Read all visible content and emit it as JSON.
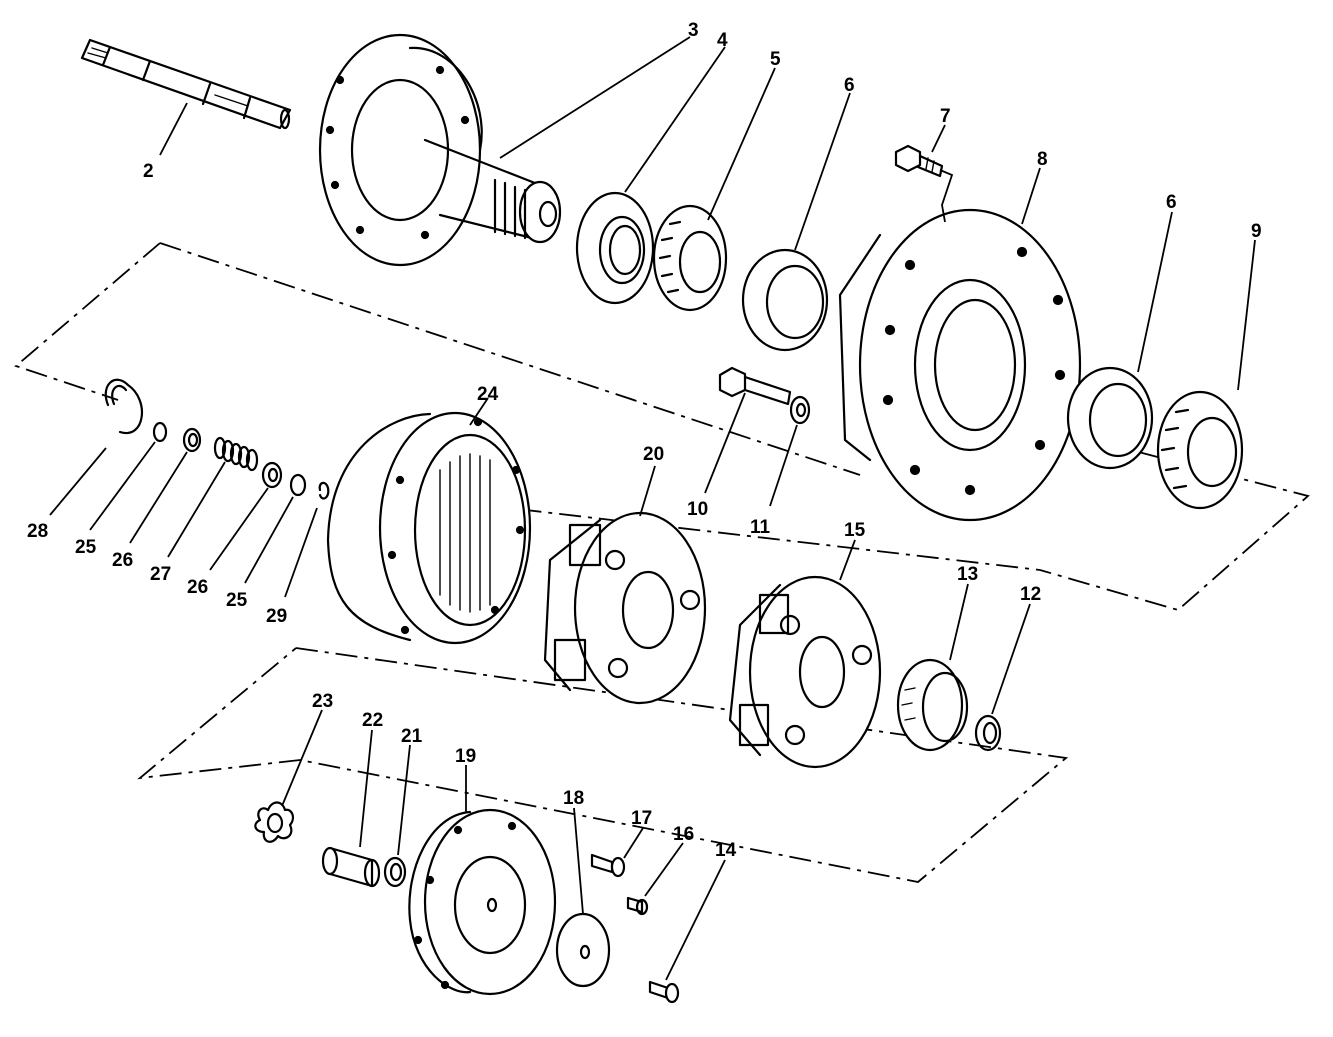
{
  "callouts": [
    {
      "id": "c2",
      "label": "2"
    },
    {
      "id": "c3",
      "label": "3"
    },
    {
      "id": "c4",
      "label": "4"
    },
    {
      "id": "c5",
      "label": "5"
    },
    {
      "id": "c6a",
      "label": "6"
    },
    {
      "id": "c7",
      "label": "7"
    },
    {
      "id": "c8",
      "label": "8"
    },
    {
      "id": "c6b",
      "label": "6"
    },
    {
      "id": "c9",
      "label": "9"
    },
    {
      "id": "c24",
      "label": "24"
    },
    {
      "id": "c20",
      "label": "20"
    },
    {
      "id": "c10",
      "label": "10"
    },
    {
      "id": "c11",
      "label": "11"
    },
    {
      "id": "c15",
      "label": "15"
    },
    {
      "id": "c13",
      "label": "13"
    },
    {
      "id": "c12",
      "label": "12"
    },
    {
      "id": "c28",
      "label": "28"
    },
    {
      "id": "c25a",
      "label": "25"
    },
    {
      "id": "c26a",
      "label": "26"
    },
    {
      "id": "c27",
      "label": "27"
    },
    {
      "id": "c26b",
      "label": "26"
    },
    {
      "id": "c25b",
      "label": "25"
    },
    {
      "id": "c29",
      "label": "29"
    },
    {
      "id": "c23",
      "label": "23"
    },
    {
      "id": "c22",
      "label": "22"
    },
    {
      "id": "c21",
      "label": "21"
    },
    {
      "id": "c19",
      "label": "19"
    },
    {
      "id": "c18",
      "label": "18"
    },
    {
      "id": "c17",
      "label": "17"
    },
    {
      "id": "c16",
      "label": "16"
    },
    {
      "id": "c14",
      "label": "14"
    }
  ]
}
